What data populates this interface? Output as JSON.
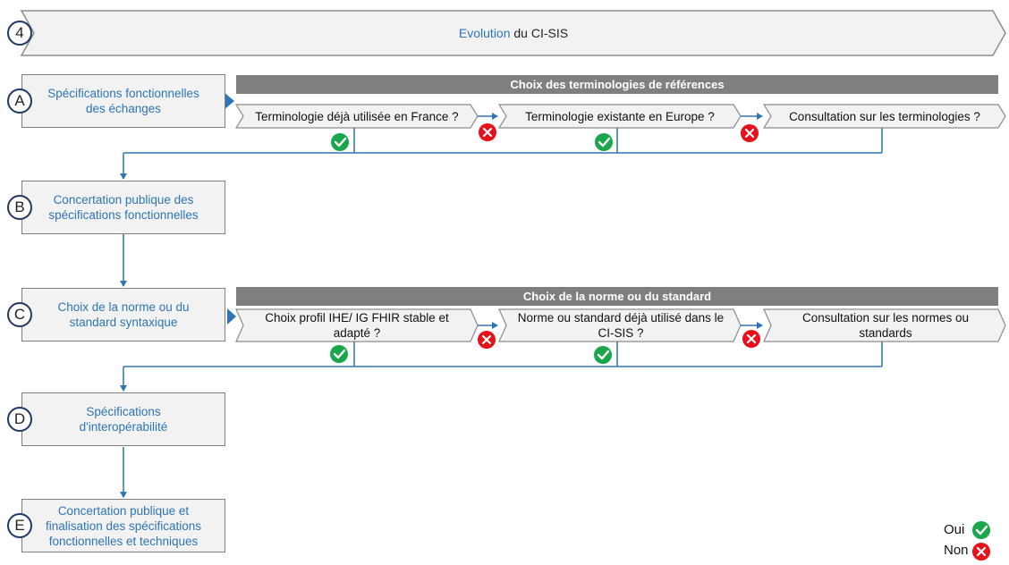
{
  "header": {
    "number": "4",
    "title_part1": "Evolution",
    "title_part2": " du CI-SIS"
  },
  "steps": [
    {
      "letter": "A",
      "label": "Spécifications fonctionnelles des échanges"
    },
    {
      "letter": "B",
      "label": "Concertation publique des spécifications fonctionnelles"
    },
    {
      "letter": "C",
      "label": "Choix de la norme ou du standard syntaxique"
    },
    {
      "letter": "D",
      "label": "Spécifications d'interopérabilité"
    },
    {
      "letter": "E",
      "label": "Concertation publique et finalisation des spécifications fonctionnelles et techniques"
    }
  ],
  "terminology": {
    "title": "Choix des terminologies de références",
    "items": [
      "Terminologie déjà utilisée en France ?",
      "Terminologie existante en Europe ?",
      "Consultation sur les terminologies ?"
    ]
  },
  "norme": {
    "title": "Choix de la norme ou du standard",
    "items": [
      "Choix profil IHE/ IG FHIR stable et adapté ?",
      "Norme ou standard déjà utilisé dans le CI-SIS ?",
      "Consultation sur les normes ou standards"
    ]
  },
  "legend": {
    "oui": "Oui",
    "non": "Non"
  },
  "colors": {
    "accent": "#2e75b6",
    "yes": "#1aa64a",
    "no": "#e8101a",
    "bar": "#7f7f7f",
    "box_fill": "#f2f2f2"
  }
}
